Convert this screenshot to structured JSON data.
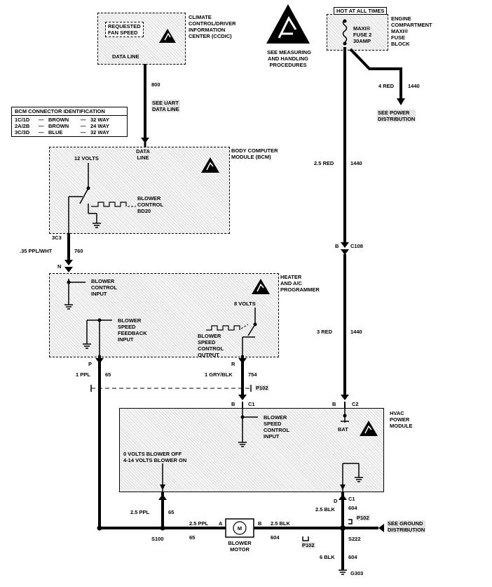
{
  "ccdic": {
    "requested_fan_speed": "REQUESTED\nFAN SPEED",
    "data_line": "DATA LINE",
    "title": "CLIMATE\nCONTROL/DRIVER\nINFORMATION\nCENTER (CCDIC)"
  },
  "esd_note": "SEE MEASURING\nAND HANDLING\nPROCEDURES",
  "fuse": {
    "hot_at_all_times": "HOT AT ALL TIMES",
    "maxi_fuse": "MAXI®\nFUSE 2\n30AMP",
    "block_title": "ENGINE\nCOMPARTMENT\nMAXI®\nFUSE\nBLOCK"
  },
  "wires": {
    "w800": "800",
    "see_uart": "SEE UART\nDATA LINE",
    "four_red": "4 RED",
    "c1440_a": "1440",
    "see_power": "SEE POWER\nDISTRIBUTION",
    "two5_red": "2.5 RED",
    "c1440_b": "1440",
    "b_c108": "B",
    "c108": "C108",
    "three_red": "3 RED",
    "c1440_c": "1440",
    "3c3": "3C3",
    "ppl_wht": ".35 PPL/WHT",
    "w760": "760",
    "n_pin": "N",
    "p_pin": "P",
    "r_pin": "R",
    "one_ppl": "1 PPL",
    "w65_a": "65",
    "gry_blk": "1 GRY/BLK",
    "w754": "754",
    "p102_a": "P102",
    "b_c1": "B",
    "c1_a": "C1",
    "b_c2": "B",
    "c2": "C2",
    "d_pin": "D",
    "c1_b": "C1",
    "two5_blk_a": "2.5 BLK",
    "w604_a": "604",
    "p102_b": "P102",
    "two5_ppl_a": "2.5 PPL",
    "w65_b": "65",
    "two5_ppl_b": "2.5 PPL",
    "a_pin": "A",
    "b_pin": "B",
    "two5_blk_b": "2.5 BLK",
    "s100": "S100",
    "w65_c": "65",
    "w604_b": "604",
    "p102_c": "P102",
    "s222": "S222",
    "see_ground": "SEE GROUND\nDISTRIBUTION",
    "six_blk": "6 BLK",
    "w604_c": "604",
    "g303": "G303"
  },
  "bcm_conn": {
    "title": "BCM CONNECTOR IDENTIFICATION",
    "rows": [
      [
        "1C/1D",
        "—",
        "BROWN",
        "—",
        "32 WAY"
      ],
      [
        "2A/2B",
        "—",
        "BROWN",
        "—",
        "24 WAY"
      ],
      [
        "3C/3D",
        "—",
        "BLUE",
        "—",
        "32 WAY"
      ]
    ]
  },
  "bcm": {
    "data_line": "DATA\nLINE",
    "twelve_volts": "12 VOLTS",
    "blower_control": "BLOWER\nCONTROL\nBD20",
    "title": "BODY COMPUTER\nMODULE (BCM)"
  },
  "programmer": {
    "title": "HEATER\nAND A/C\nPROGRAMMER",
    "blower_control_input": "BLOWER\nCONTROL\nINPUT",
    "eight_volts": "8 VOLTS",
    "feedback": "BLOWER\nSPEED\nFEEDBACK\nINPUT",
    "output": "BLOWER\nSPEED\nCONTROL\nOUTPUT"
  },
  "hvac": {
    "title": "HVAC\nPOWER\nMODULE",
    "control_input": "BLOWER\nSPEED\nCONTROL\nINPUT",
    "bat": "BAT",
    "status": "0 VOLTS BLOWER OFF\n4-14 VOLTS BLOWER ON"
  },
  "motor": {
    "symbol": "M",
    "label": "BLOWER\nMOTOR"
  }
}
